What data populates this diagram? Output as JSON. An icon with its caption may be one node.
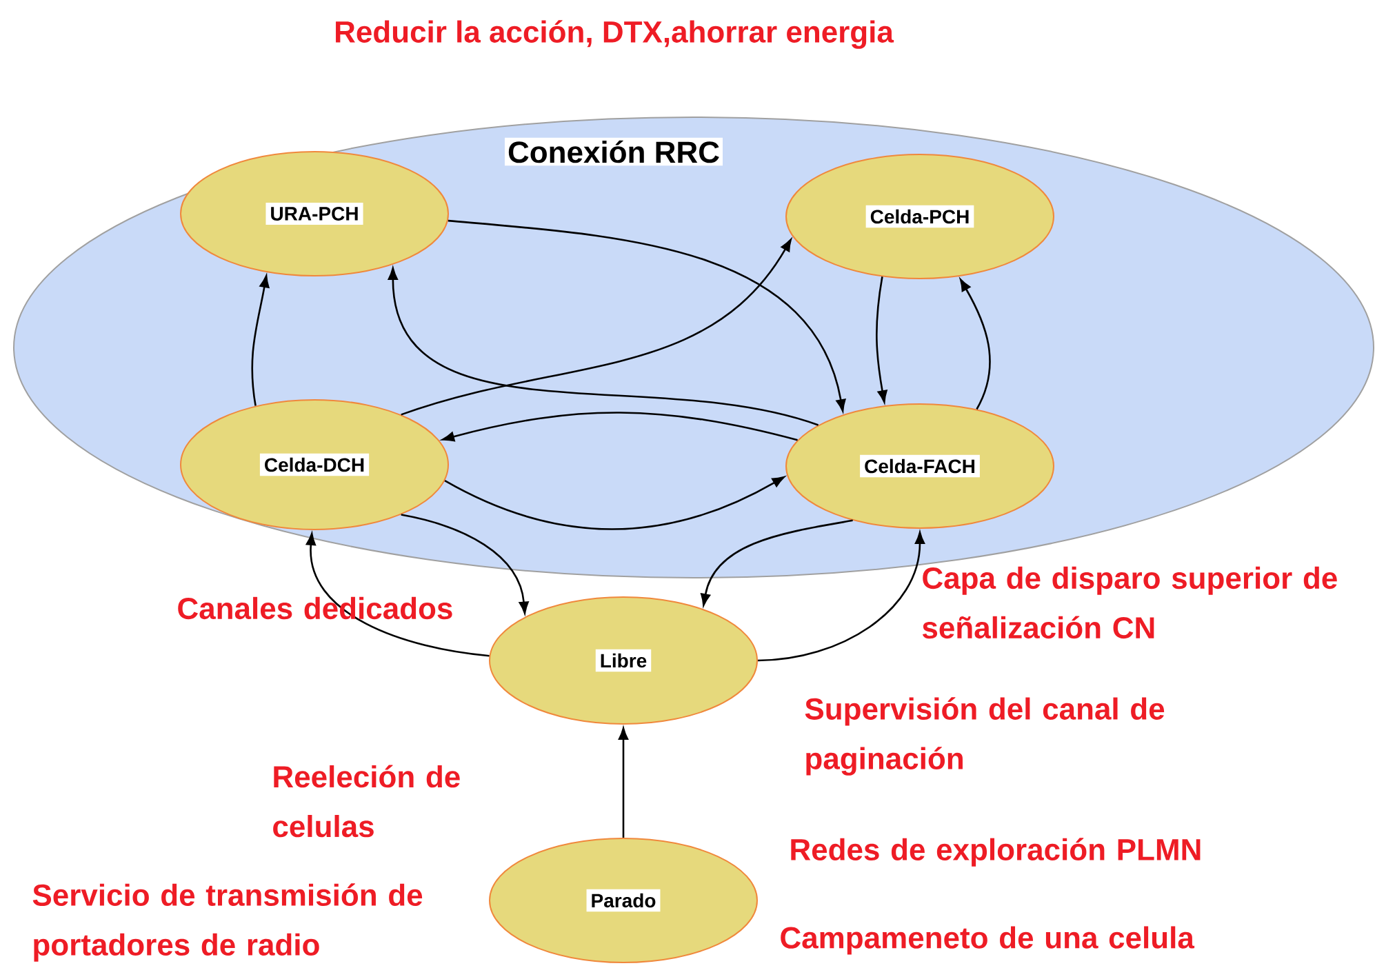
{
  "diagram": {
    "title": "Reducir la acción, DTX,ahorrar energia",
    "nodes": [
      {
        "text": [
          "Conexión RRC"
        ]
      },
      {
        "text": [
          "URA-PCH"
        ],
        "in": 0
      },
      {
        "text": [
          "Celda-PCH"
        ],
        "in": 0
      },
      {
        "text": [
          "Celda-DCH"
        ],
        "in": 0
      },
      {
        "text": [
          "Celda-FACH"
        ],
        "in": 0
      },
      {
        "text": [
          "Libre"
        ]
      },
      {
        "text": [
          "Parado"
        ]
      }
    ],
    "edges": [
      {
        "from": 1,
        "to": 4,
        "arrow": "to"
      },
      {
        "from": 4,
        "to": 1,
        "arrow": "to"
      },
      {
        "from": 3,
        "to": 1,
        "arrow": "to"
      },
      {
        "from": 3,
        "to": 2,
        "arrow": "to"
      },
      {
        "from": 4,
        "to": 3,
        "arrow": "to"
      },
      {
        "from": 3,
        "to": 4,
        "arrow": "to"
      },
      {
        "from": 2,
        "to": 4,
        "arrow": "to"
      },
      {
        "from": 4,
        "to": 2,
        "arrow": "to"
      },
      {
        "from": 3,
        "to": 5,
        "arrow": "to"
      },
      {
        "from": 5,
        "to": 3,
        "arrow": "to"
      },
      {
        "from": 4,
        "to": 5,
        "arrow": "to"
      },
      {
        "from": 5,
        "to": 4,
        "arrow": "to"
      },
      {
        "from": 6,
        "to": 5,
        "arrow": "to"
      }
    ],
    "labels": [
      "Capa de disparo superior de señalización CN",
      "Canales dedicados",
      "Supervisión del canal de paginación",
      "Reeleción de celulas",
      "Redes de exploración PLMN",
      "Servicio de transmisión de portadores de radio",
      "Campameneto de una celula"
    ]
  }
}
